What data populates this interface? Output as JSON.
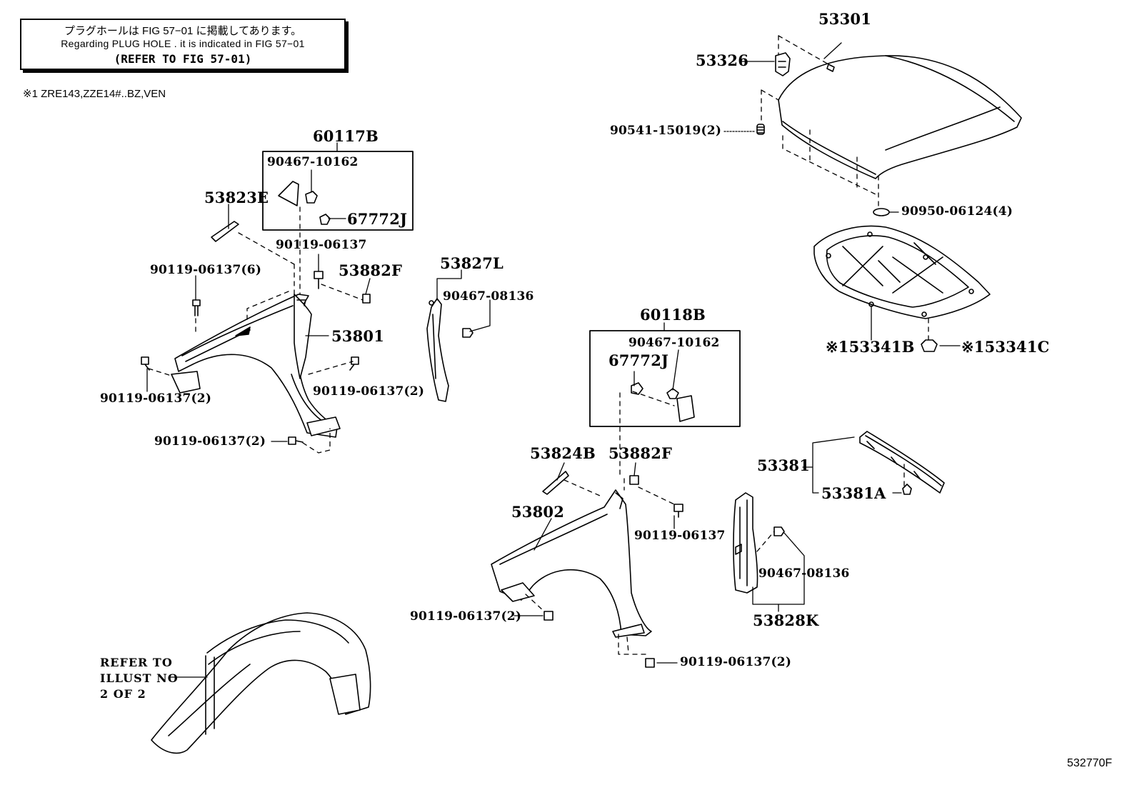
{
  "note": {
    "line1": "プラグホールは FIG 57−01 に掲載してあります。",
    "line2": "Regarding  PLUG  HOLE . it is indicated in FIG  57−01",
    "line3": "(REFER TO FIG 57-01)"
  },
  "footnote": "※1 ZRE143,ZZE14#..BZ,VEN",
  "figure_id": "532770F",
  "parts": {
    "hood": "53301",
    "hood_lock_bracket": "53326",
    "hood_cushion": "90541-15019(2)",
    "hood_plug": "90950-06124(4)",
    "hood_insulator": "※153341B",
    "hood_insulator_clip": "※153341C",
    "bracket_set_rh": "60117B",
    "bracket_set_rh_bolt": "90467-10162",
    "bracket_set_rh_nut": "67772J",
    "seal_rh": "53823E",
    "bolt_single_rh": "90119-06137",
    "bolt_6": "90119-06137(6)",
    "nut_f_rh": "53882F",
    "fender_rh": "53801",
    "bolt_2_rh_inner": "90119-06137(2)",
    "bolt_2_rh_front": "90119-06137(2)",
    "bolt_2_rh_lower": "90119-06137(2)",
    "liner_seal_rh": "53827L",
    "clip_rh": "90467-08136",
    "bracket_set_lh": "60118B",
    "bracket_set_lh_bolt": "90467-10162",
    "bracket_set_lh_nut": "67772J",
    "seal_lh": "53824B",
    "nut_f_lh": "53882F",
    "fender_lh": "53802",
    "bolt_single_lh": "90119-06137",
    "bolt_2_lh_front": "90119-06137(2)",
    "bolt_2_lh_lower": "90119-06137(2)",
    "seal_channel": "53381",
    "seal_channel_clip": "53381A",
    "clip_lh": "90467-08136",
    "liner_seal_lh": "53828K",
    "refer_line1": "REFER TO",
    "refer_line2": "ILLUST NO",
    "refer_line3": "2 OF 2"
  }
}
